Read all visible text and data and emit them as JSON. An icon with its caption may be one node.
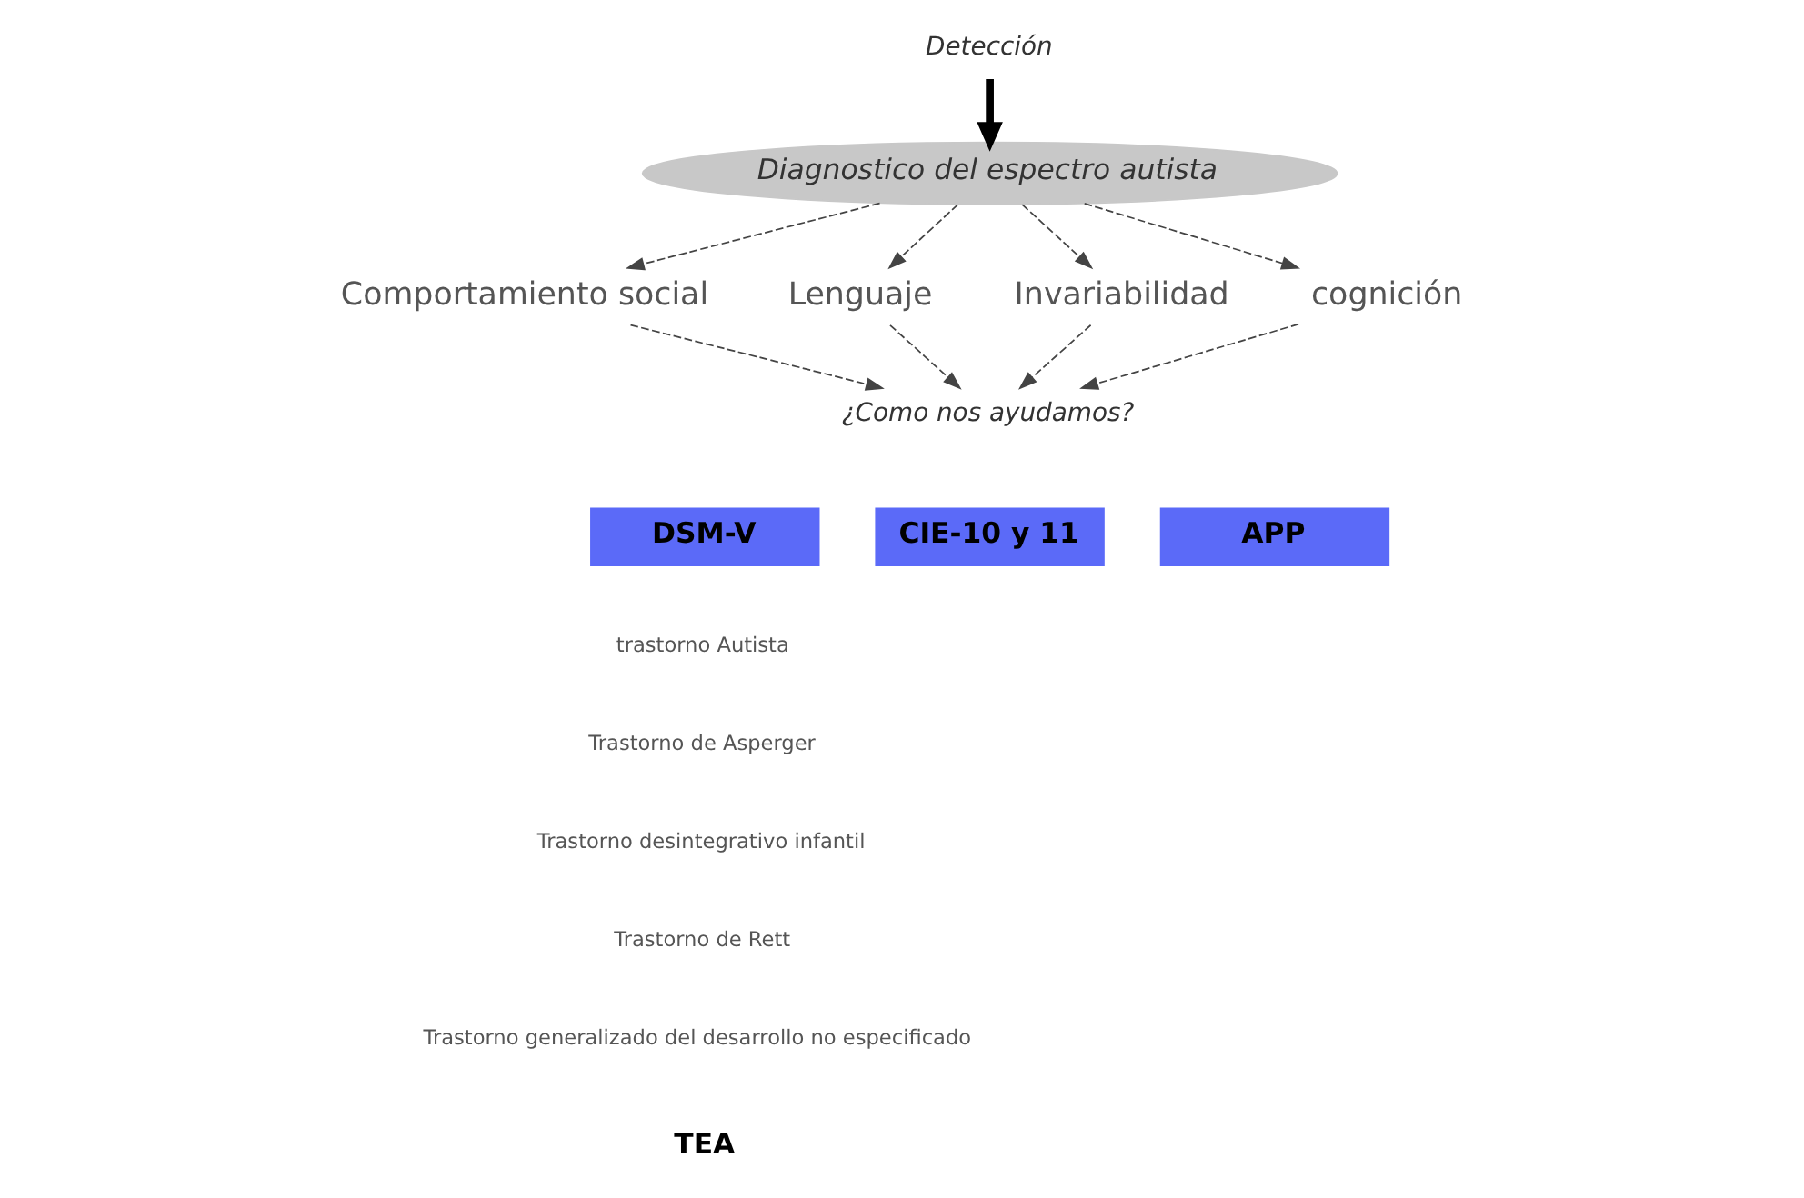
{
  "diagram": {
    "nodes": [
      {
        "text": [
          "Detección"
        ]
      },
      {
        "text": [
          "Diagnostico del espectro autista"
        ]
      },
      {
        "text": [
          "Comportamiento social"
        ]
      },
      {
        "text": [
          "Lenguaje"
        ]
      },
      {
        "text": [
          "Invariabilidad"
        ]
      },
      {
        "text": [
          "cognición"
        ]
      },
      {
        "text": [
          "¿Como nos ayudamos?"
        ]
      },
      {
        "text": [
          "DSM-V"
        ]
      },
      {
        "text": [
          "CIE-10 y 11"
        ]
      },
      {
        "text": [
          "APP"
        ]
      }
    ],
    "edges": [
      {
        "from": 0,
        "to": 1,
        "arrow": "to",
        "style": "thick",
        "color": "#000000"
      },
      {
        "from": 1,
        "to": 2,
        "arrow": "to",
        "style": "dashed"
      },
      {
        "from": 1,
        "to": 3,
        "arrow": "to",
        "style": "dashed"
      },
      {
        "from": 1,
        "to": 4,
        "arrow": "to",
        "style": "dashed"
      },
      {
        "from": 1,
        "to": 5,
        "arrow": "to",
        "style": "dashed"
      },
      {
        "from": 2,
        "to": 6,
        "arrow": "to",
        "style": "dashed"
      },
      {
        "from": 3,
        "to": 6,
        "arrow": "to",
        "style": "dashed"
      },
      {
        "from": 4,
        "to": 6,
        "arrow": "to",
        "style": "dashed"
      },
      {
        "from": 5,
        "to": 6,
        "arrow": "to",
        "style": "dashed"
      }
    ],
    "labels": [
      "trastorno Autista",
      "Trastorno de Asperger",
      "Trastorno desintegrativo infantil",
      "Trastorno de Rett",
      "Trastorno generalizado del desarrollo no especificado",
      "TEA"
    ]
  }
}
